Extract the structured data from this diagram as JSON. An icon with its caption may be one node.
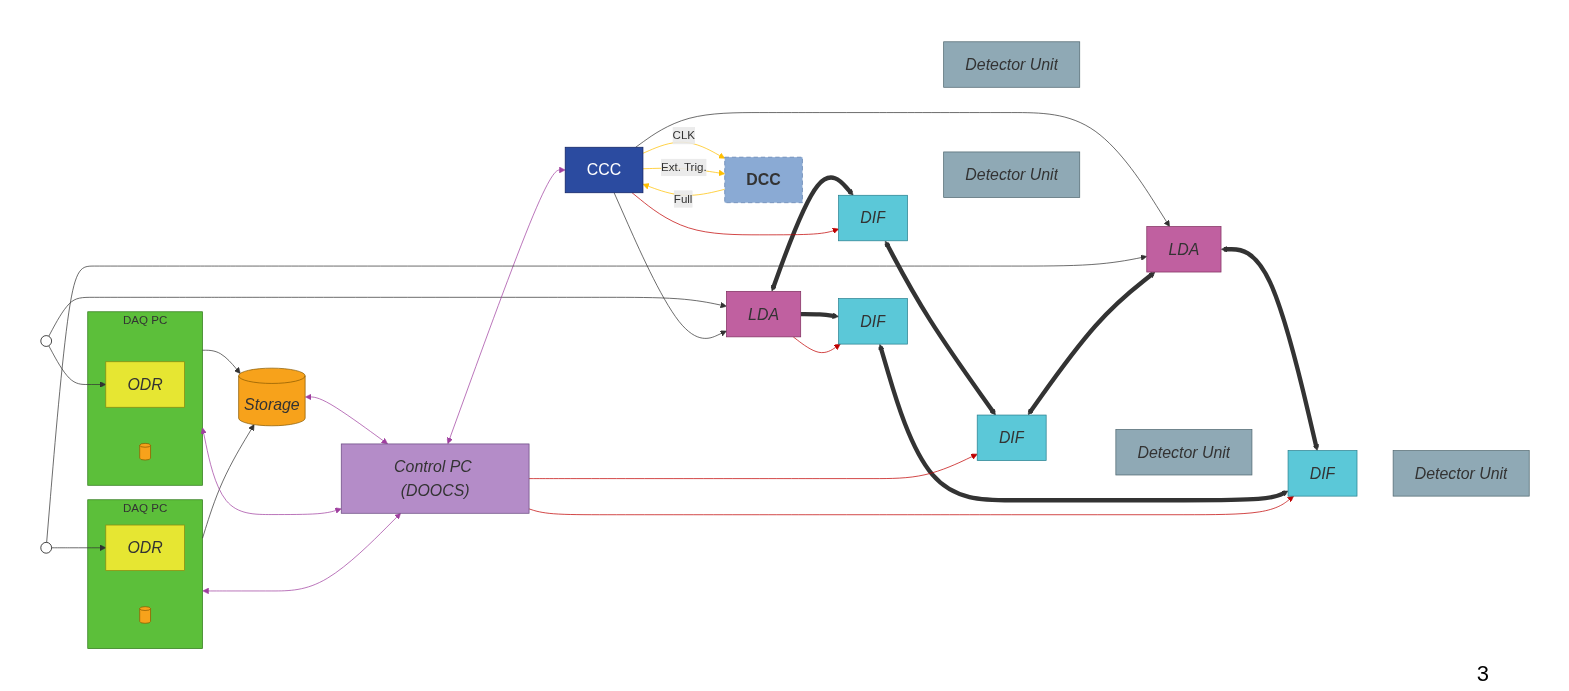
{
  "diagram": {
    "nodes": [
      {
        "text": [
          "DAQ PC"
        ]
      },
      {
        "text": [
          "ODR"
        ],
        "in": 0
      },
      {
        "text": [],
        "shape": "cylinder",
        "in": 0
      },
      {
        "text": [
          "Storage"
        ]
      },
      {
        "text": [
          "DAQ PC"
        ]
      },
      {
        "text": [
          "ODR"
        ],
        "in": 4
      },
      {
        "text": [],
        "shape": "cylinder",
        "in": 4
      },
      {
        "text": [
          "Control PC (DOOCS)"
        ]
      },
      {
        "text": [
          "CCC"
        ]
      },
      {
        "text": [
          "LDA"
        ]
      },
      {
        "text": [
          "LDA"
        ]
      },
      {
        "text": [
          "DCC"
        ]
      },
      {
        "text": [
          "DIF"
        ]
      },
      {
        "text": [
          "Detector Unit"
        ]
      },
      {
        "text": [
          "DIF"
        ]
      },
      {
        "text": [
          "Detector Unit"
        ]
      },
      {
        "text": [
          "DIF"
        ]
      },
      {
        "text": [
          "Detector Unit"
        ]
      },
      {
        "text": [
          "DIF"
        ]
      },
      {
        "text": [
          "Detector Unit"
        ]
      },
      {
        "text": [],
        "shape": "circle"
      },
      {
        "text": [],
        "shape": "circle"
      }
    ],
    "edges": [
      {
        "from": 20,
        "to": 1,
        "arrow": "to"
      },
      {
        "from": 20,
        "to": 9,
        "arrow": "to"
      },
      {
        "from": 0,
        "to": 3,
        "arrow": "to"
      },
      {
        "from": 4,
        "to": 3,
        "arrow": "to"
      },
      {
        "from": 0,
        "to": 7,
        "arrow": "both",
        "color": "#a040a0"
      },
      {
        "from": 3,
        "to": 7,
        "arrow": "both",
        "color": "#a040a0"
      },
      {
        "from": 4,
        "to": 7,
        "arrow": "both",
        "color": "#a040a0"
      },
      {
        "from": 7,
        "to": 8,
        "arrow": "both",
        "color": "#a040a0"
      },
      {
        "from": 8,
        "to": 9,
        "arrow": "to"
      },
      {
        "from": 8,
        "to": 10,
        "arrow": "to"
      },
      {
        "from": 21,
        "to": 5,
        "arrow": "to"
      },
      {
        "from": 21,
        "to": 10,
        "arrow": "to"
      },
      {
        "from": 9,
        "to": 12,
        "arrow": "both",
        "style": "thick"
      },
      {
        "from": 9,
        "to": 16,
        "arrow": "to",
        "style": "thick"
      },
      {
        "from": 14,
        "to": 10,
        "arrow": "both",
        "style": "thick"
      },
      {
        "from": 10,
        "to": 18,
        "arrow": "both",
        "style": "thick"
      },
      {
        "from": 12,
        "to": 14,
        "arrow": "both",
        "style": "thick"
      },
      {
        "from": 16,
        "to": 18,
        "arrow": "both",
        "style": "thick"
      },
      {
        "from": 8,
        "to": 11,
        "arrow": "to",
        "label": "CLK",
        "color": "#ffc000"
      },
      {
        "from": 8,
        "to": 11,
        "arrow": "to",
        "label": "Ext. Trig.",
        "color": "#ffc000"
      },
      {
        "from": 11,
        "to": 8,
        "arrow": "to",
        "label": "Full",
        "color": "#ffc000"
      },
      {
        "from": 8,
        "to": 12,
        "arrow": "to",
        "color": "#c00000"
      },
      {
        "from": 7,
        "to": 14,
        "arrow": "to",
        "color": "#c00000"
      },
      {
        "from": 7,
        "to": 18,
        "arrow": "to",
        "color": "#c00000"
      },
      {
        "from": 9,
        "to": 16,
        "arrow": "to",
        "color": "#c00000"
      }
    ],
    "labels": [
      "3"
    ]
  }
}
